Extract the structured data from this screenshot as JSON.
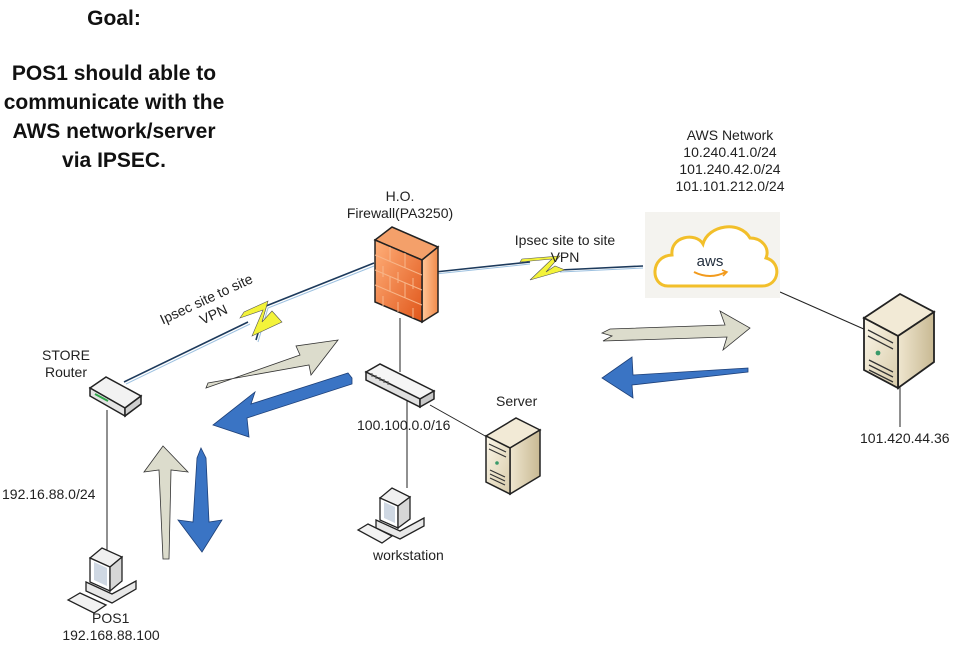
{
  "goal": {
    "title": "Goal:",
    "text": "POS1 should able to communicate with the AWS network/server via IPSEC."
  },
  "aws_network": {
    "title": "AWS Network",
    "subnets": [
      "10.240.41.0/24",
      "101.240.42.0/24",
      "101.101.212.0/24"
    ],
    "logo_text": "aws"
  },
  "firewall": {
    "label_line1": "H.O.",
    "label_line2": "Firewall(PA3250)"
  },
  "vpn_links": [
    {
      "id": "store-to-ho",
      "label_line1": "Ipsec site to site",
      "label_line2": "VPN"
    },
    {
      "id": "ho-to-aws",
      "label_line1": "Ipsec site to site",
      "label_line2": "VPN"
    }
  ],
  "store_router": {
    "label_line1": "STORE",
    "label_line2": "Router",
    "subnet": "192.16.88.0/24"
  },
  "ho_switch": {
    "subnet": "100.100.0.0/16"
  },
  "ho_server": {
    "label": "Server"
  },
  "workstation": {
    "label": "workstation"
  },
  "pos1": {
    "label": "POS1",
    "ip": "192.168.88.100"
  },
  "aws_server": {
    "ip": "101.420.44.36"
  },
  "colors": {
    "outbound_arrow": "#dcdccc",
    "return_arrow": "#3a74c4",
    "vpn_bolt": "#f3f33a",
    "firewall": "#f07b3c",
    "aws_cloud": "#f2bf2a",
    "link_line": "#2b4a6b"
  }
}
